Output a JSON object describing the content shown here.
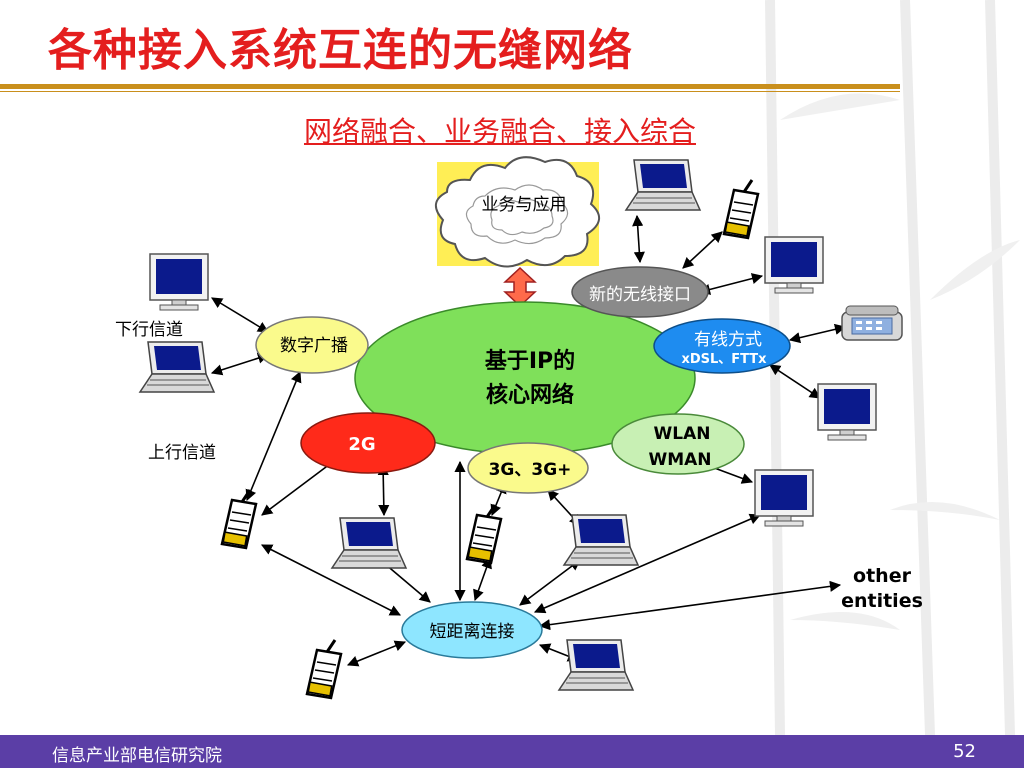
{
  "header": {
    "title": "各种接入系统互连的无缝网络",
    "subtitle": "网络融合、业务融合、接入综合"
  },
  "diagram": {
    "cloud": "业务与应用",
    "core_line1": "基于IP的",
    "core_line2": "核心网络",
    "new_wireless": "新的无线接口",
    "wired_line1": "有线方式",
    "wired_line2": "xDSL、FTTx",
    "digital_broadcast": "数字广播",
    "two_g": "2G",
    "three_g": "3G、3G+",
    "wlan_line1": "WLAN",
    "wlan_line2": "WMAN",
    "short_range": "短距离连接",
    "downlink": "下行信道",
    "uplink": "上行信道",
    "other_line1": "other",
    "other_line2": "entities"
  },
  "colors": {
    "title": "#e41e1e",
    "core": "#7fe05a",
    "digital_broadcast": "#fafa8c",
    "two_g": "#ff2a1a",
    "three_g": "#fafa8c",
    "wlan": "#c8f0b4",
    "new_wireless": "#8a8a8a",
    "wired": "#1e8cf0",
    "short_range": "#8ee6ff",
    "cloud": "#ffee55",
    "footer": "#5b3ea6"
  },
  "footer": {
    "org": "信息产业部电信研究院",
    "page": "52"
  }
}
